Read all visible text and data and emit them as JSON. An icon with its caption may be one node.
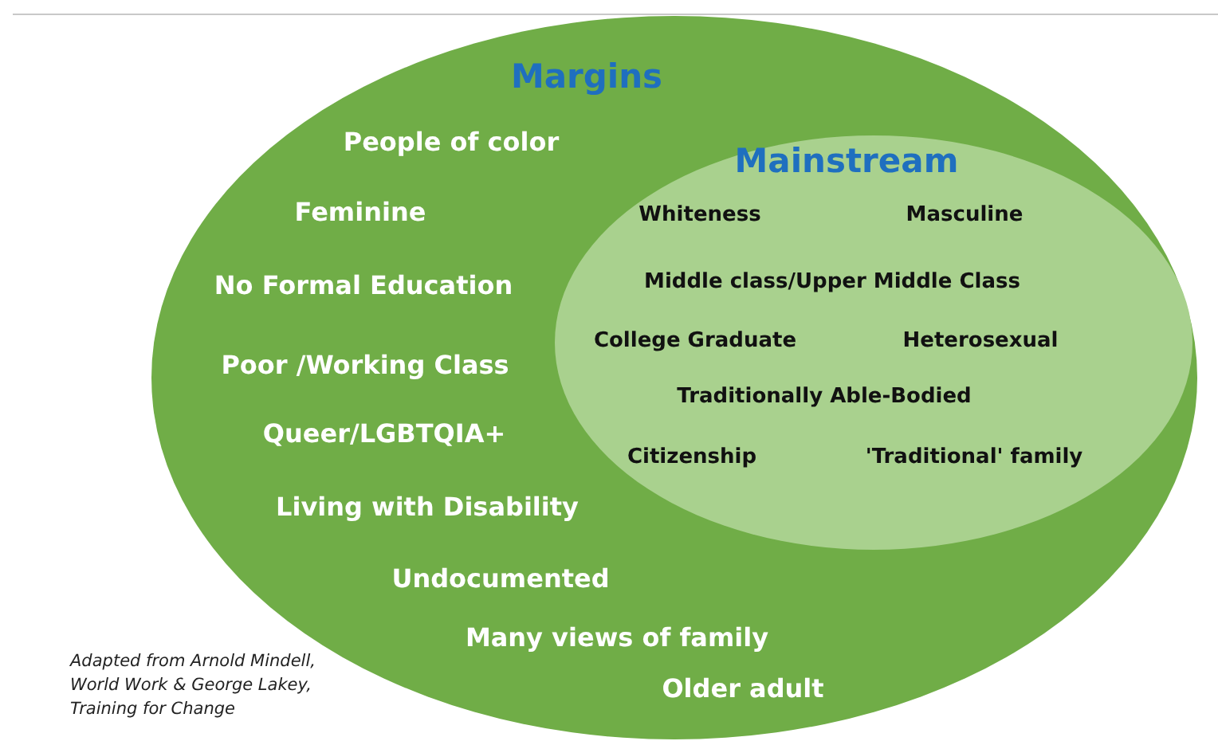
{
  "diagram": {
    "caption": "Adapted from Arnold Mindell, World Work & George Lakey, Training for Change",
    "nodes": [
      {
        "text": [
          "Margins",
          "People of color",
          "Feminine",
          "No Formal Education",
          "Poor /Working Class",
          "Queer/LGBTQIA+",
          "Living with Disability",
          "Undocumented",
          "Many views of family",
          "Older adult"
        ]
      },
      {
        "text": [
          "Mainstream",
          "Whiteness",
          "Masculine",
          "Middle class/Upper Middle Class",
          "College Graduate",
          "Heterosexual",
          "Traditionally Able-Bodied",
          "Citizenship",
          "'Traditional' family"
        ],
        "in": 0
      }
    ]
  }
}
